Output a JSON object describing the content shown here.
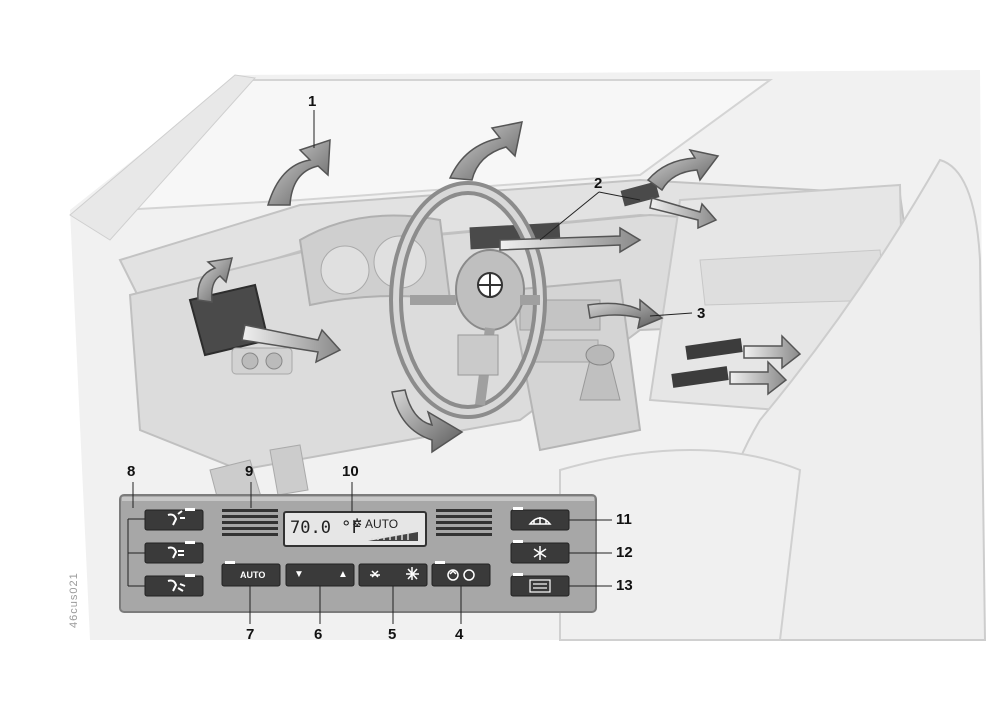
{
  "figure_code": "46cus021",
  "callouts": [
    "1",
    "2",
    "3",
    "4",
    "5",
    "6",
    "7",
    "8",
    "9",
    "10",
    "11",
    "12",
    "13"
  ],
  "display": {
    "temperature": "70.0 °F",
    "mode": "AUTO",
    "fan_icon": "fan-icon"
  },
  "buttons": {
    "auto_label": "AUTO",
    "temp_down": "▼",
    "temp_up": "▲"
  },
  "icons": [
    "upper-air-icon",
    "middle-air-icon",
    "footwell-air-icon",
    "recirculation-icon",
    "fan-low-icon",
    "fan-high-icon",
    "defrost-icon",
    "ac-snowflake-icon",
    "rear-defrost-icon"
  ],
  "colors": {
    "panel": "#a7a7a7",
    "button": "#3a3a3a",
    "lcd": "#e6e6e6",
    "line": "#b9b9b9"
  }
}
